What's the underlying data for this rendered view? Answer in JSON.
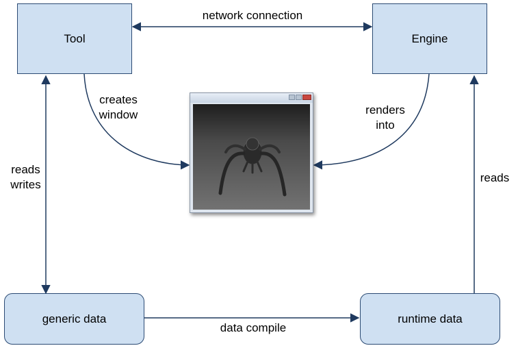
{
  "nodes": {
    "tool": "Tool",
    "engine": "Engine",
    "generic_data": "generic data",
    "runtime_data": "runtime data"
  },
  "edges": {
    "network_connection": "network connection",
    "creates_window": "creates\nwindow",
    "renders_into": "renders\ninto",
    "reads_writes": "reads\nwrites",
    "reads": "reads",
    "data_compile": "data compile"
  },
  "colors": {
    "box_fill": "#cfe0f2",
    "box_border": "#2b4a73",
    "arrow": "#1f3a5f"
  },
  "window": {
    "icon": "render-window-screenshot"
  }
}
